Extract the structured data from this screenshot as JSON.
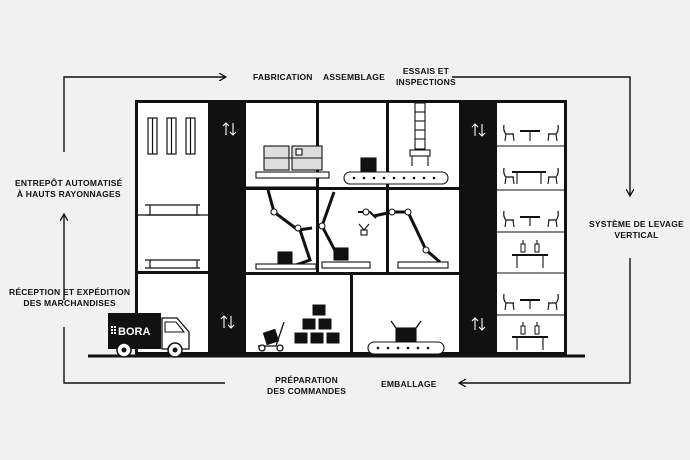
{
  "labels": {
    "fabrication": "FABRICATION",
    "assemblage": "ASSEMBLAGE",
    "essais": [
      "ESSAIS ET",
      "INSPECTIONS"
    ],
    "entrepot": [
      "ENTREPÔT AUTOMATISÉ",
      "À HAUTS RAYONNAGES"
    ],
    "reception": [
      "RÉCEPTION ET EXPÉDITION",
      "DES MARCHANDISES"
    ],
    "levage": [
      "SYSTÈME DE LEVAGE",
      "VERTICAL"
    ],
    "preparation": [
      "PRÉPARATION",
      "DES COMMANDES"
    ],
    "emballage": "EMBALLAGE"
  },
  "truck_brand": "BORA",
  "colors": {
    "background": "#f1f1f1",
    "line": "#111111",
    "fill": "#ffffff"
  }
}
